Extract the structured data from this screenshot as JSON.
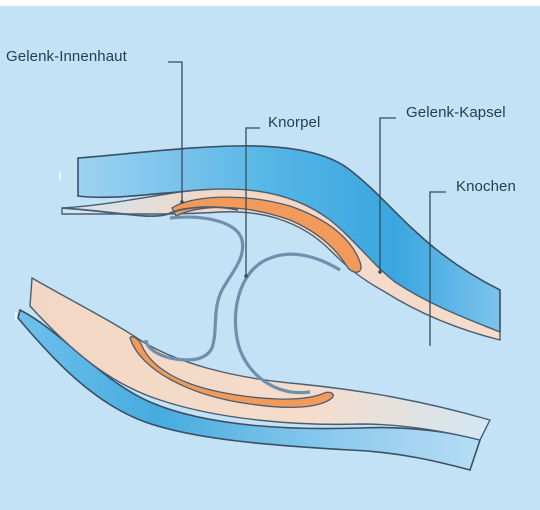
{
  "labels": {
    "synovial_membrane": "Gelenk-Innenhaut",
    "cartilage": "Knorpel",
    "joint_capsule": "Gelenk-Kapsel",
    "bone": "Knochen"
  },
  "colors": {
    "background": "#c3e2f6",
    "bone_light": "#a7d4f2",
    "bone_dark": "#43ace2",
    "capsule": "#f4d8c5",
    "synovial": "#f19a5a",
    "outline": "#4a5e72",
    "cartilage": "#6f8fad",
    "leader_line": "#3a4a5a"
  }
}
